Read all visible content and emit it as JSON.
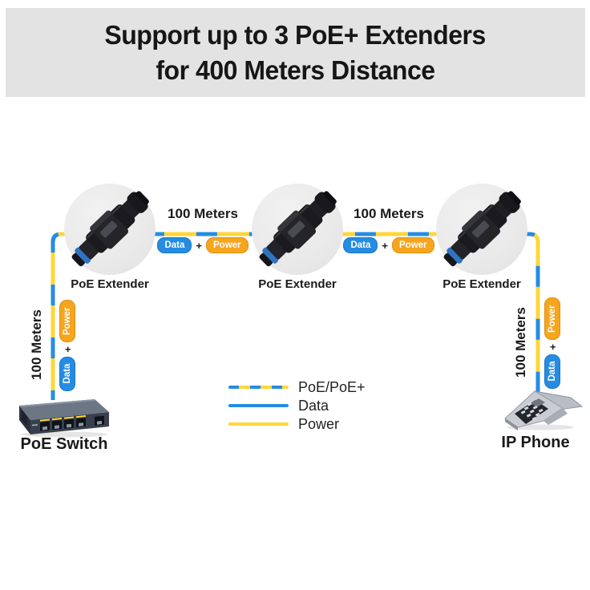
{
  "header": {
    "line1": "Support up to 3 PoE+ Extenders",
    "line2": "for 400 Meters Distance"
  },
  "extenders": [
    {
      "label": "PoE Extender"
    },
    {
      "label": "PoE Extender"
    },
    {
      "label": "PoE Extender"
    }
  ],
  "spans": {
    "h1": {
      "distance": "100 Meters",
      "data": "Data",
      "plus": "+",
      "power": "Power"
    },
    "h2": {
      "distance": "100 Meters",
      "data": "Data",
      "plus": "+",
      "power": "Power"
    },
    "v_left": {
      "distance": "100 Meters",
      "data": "Data",
      "plus": "+",
      "power": "Power"
    },
    "v_right": {
      "distance": "100 Meters",
      "data": "Data",
      "plus": "+",
      "power": "Power"
    }
  },
  "endpoints": {
    "switch_label": "PoE Switch",
    "phone_label": "IP Phone"
  },
  "legend": {
    "poe": "PoE/PoE+",
    "data": "Data",
    "power": "Power"
  },
  "colors": {
    "header_bg": "#e3e3e3",
    "data_blue": "#268ce2",
    "cable_yellow": "#ffd63a",
    "power_orange": "#f6a51f",
    "circle_gray": "#eaeaea"
  }
}
